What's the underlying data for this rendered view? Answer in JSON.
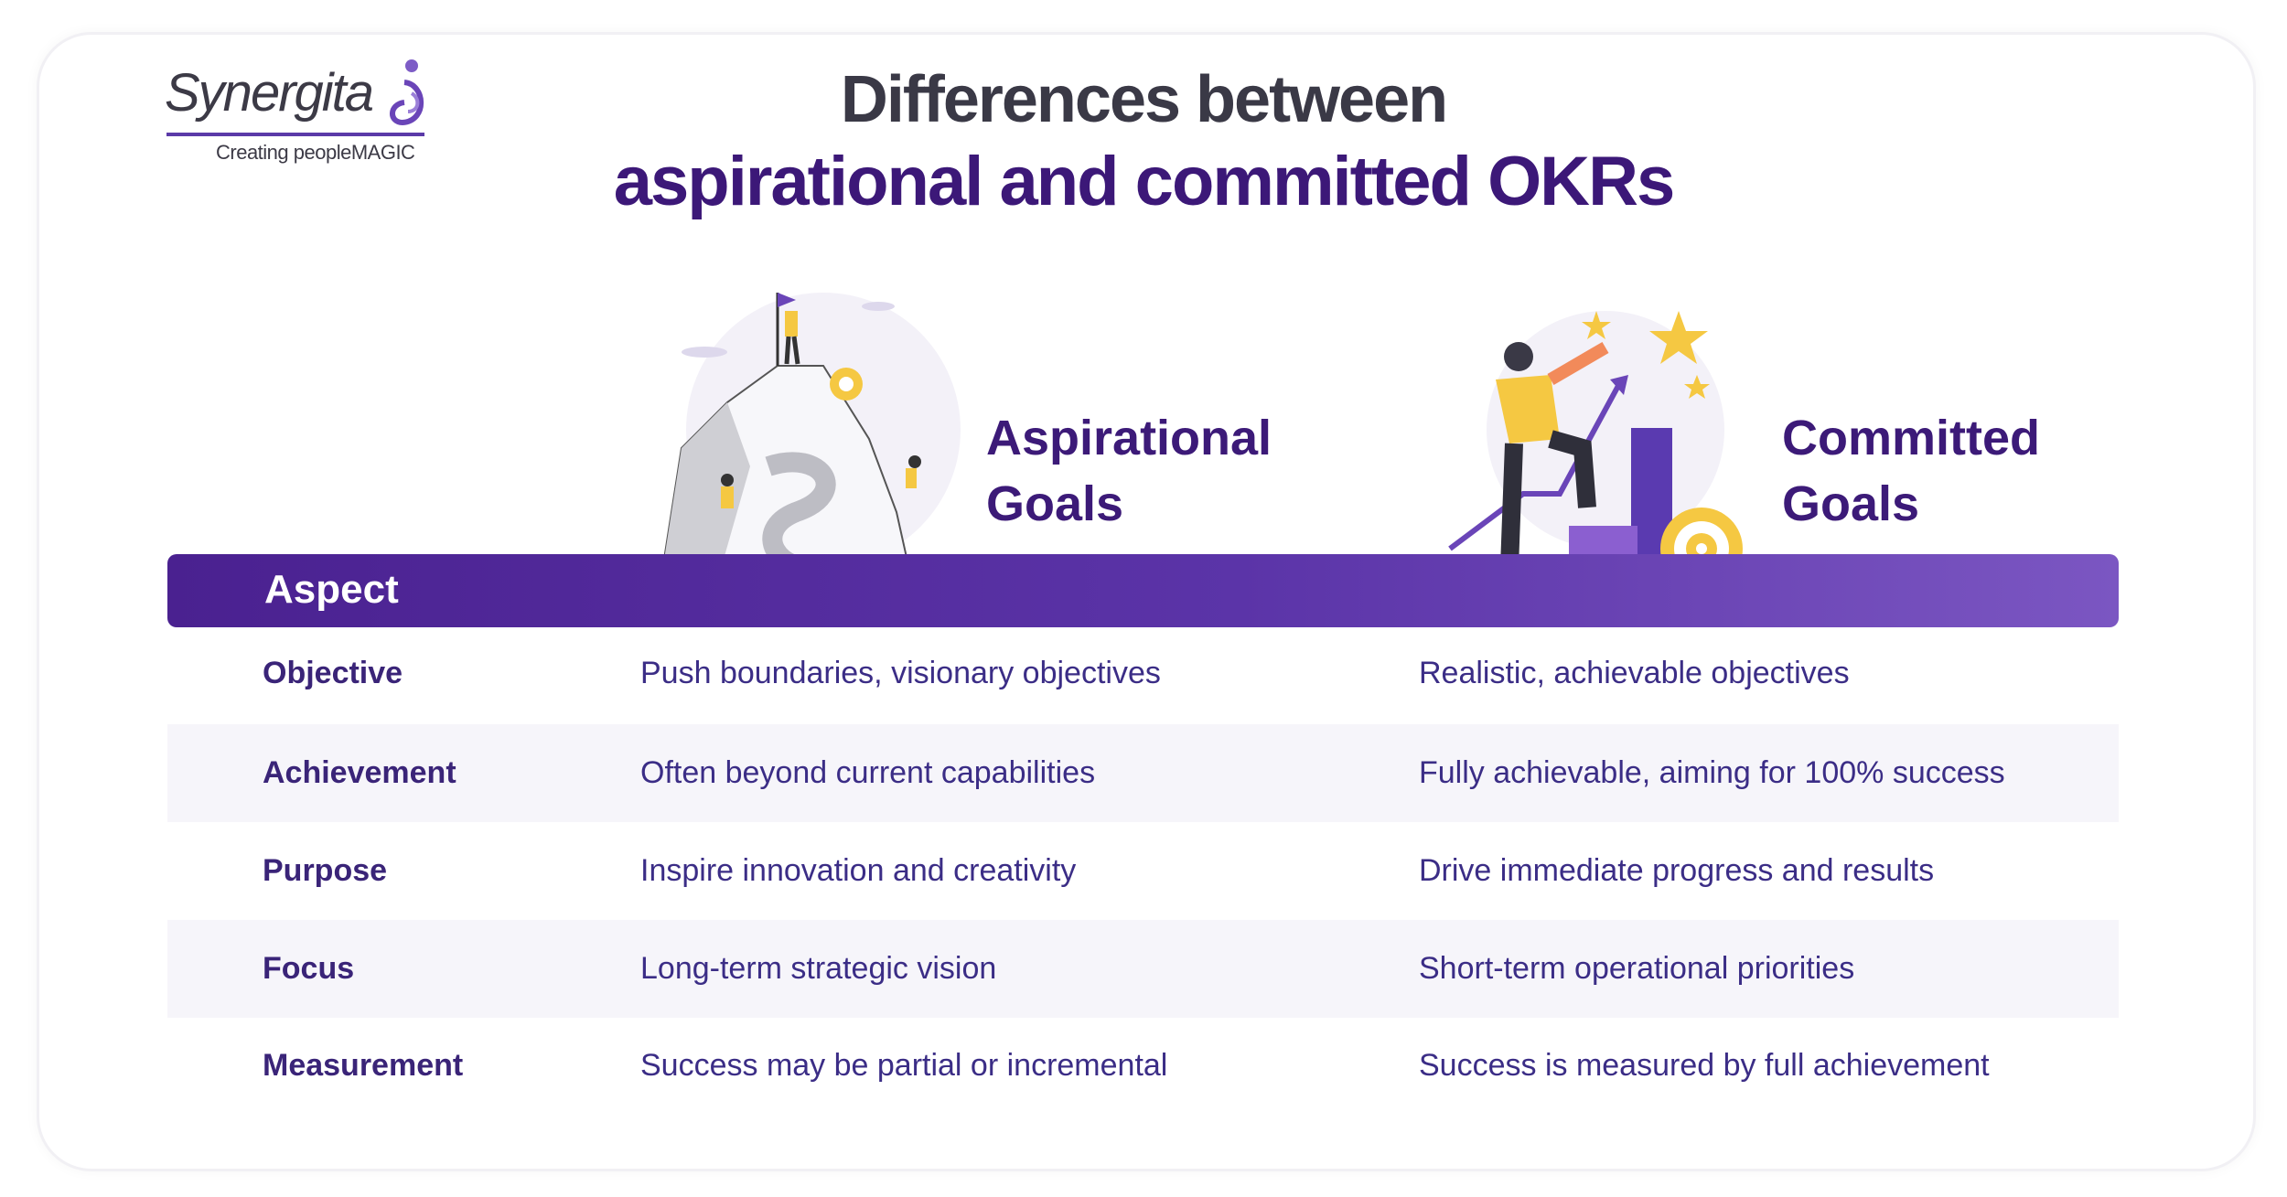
{
  "logo": {
    "name": "Synergita",
    "tagline": "Creating peopleMAGIC"
  },
  "title": {
    "line1": "Differences between",
    "line2": "aspirational and committed OKRs"
  },
  "columns": {
    "aspect": "Aspect",
    "aspirational": [
      "Aspirational",
      "Goals"
    ],
    "committed": [
      "Committed",
      "Goals"
    ]
  },
  "colors": {
    "brand_purple": "#3c1a78",
    "bar_start": "#4a2190",
    "bar_end": "#7b56c2",
    "accent_yellow": "#f5c842",
    "row_shade": "#f6f5fa"
  },
  "rows": [
    {
      "aspect": "Objective",
      "aspirational": "Push boundaries, visionary objectives",
      "committed": "Realistic, achievable objectives"
    },
    {
      "aspect": "Achievement",
      "aspirational": "Often beyond current capabilities",
      "committed": "Fully achievable, aiming for 100% success"
    },
    {
      "aspect": "Purpose",
      "aspirational": "Inspire innovation and creativity",
      "committed": "Drive immediate progress and results"
    },
    {
      "aspect": "Focus",
      "aspirational": "Long-term strategic vision",
      "committed": "Short-term operational priorities"
    },
    {
      "aspect": "Measurement",
      "aspirational": "Success may be partial or incremental",
      "committed": "Success is measured by full achievement"
    }
  ]
}
